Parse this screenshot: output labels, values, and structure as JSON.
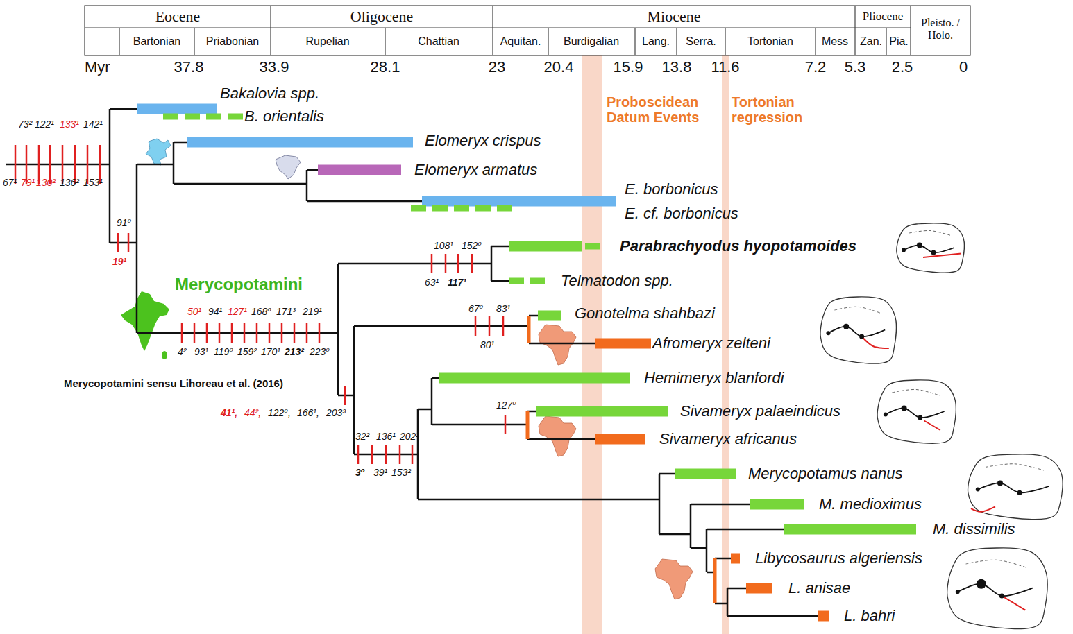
{
  "diagram": {
    "labels": [
      "Eocene",
      "Oligocene",
      "Miocene",
      "Pliocene",
      "Pleisto. / Holo.",
      "Bartonian",
      "Priabonian",
      "Rupelian",
      "Chattian",
      "Aquitan.",
      "Burdigalian",
      "Lang.",
      "Serra.",
      "Tortonian",
      "Mess",
      "Zan.",
      "Pia.",
      "Myr",
      "37.8",
      "33.9",
      "28.1",
      "23",
      "20.4",
      "15.9",
      "13.8",
      "11.6",
      "7.2",
      "5.3",
      "2.5",
      "0",
      "Proboscidean Datum Events",
      "Tortonian regression",
      "Bakalovia spp.",
      "B. orientalis",
      "73²",
      "122¹",
      "133¹",
      "142¹",
      "67¹",
      "79¹",
      "130²",
      "136²",
      "153¹",
      "Elomeryx crispus",
      "Elomeryx armatus",
      "E. borbonicus",
      "E. cf. borbonicus",
      "91⁰",
      "19¹",
      "108¹",
      "152⁰",
      "63¹",
      "117¹",
      "Parabrachyodus hyopotamoides",
      "Telmatodon spp.",
      "Merycopotamini",
      "50¹",
      "94¹",
      "127¹",
      "168⁰",
      "171³",
      "219¹",
      "4²",
      "93¹",
      "119⁰",
      "159²",
      "170¹",
      "213²",
      "223⁰",
      "67⁰",
      "83¹",
      "80¹",
      "Gonotelma shahbazi",
      "Afromeryx zelteni",
      "Merycopotamini sensu Lihoreau et al. (2016)",
      "41¹,",
      "44²,",
      "122⁰,",
      "166¹,",
      "203³",
      "Hemimeryx blanfordi",
      "127⁰",
      "Sivameryx palaeindicus",
      "Sivameryx africanus",
      "32²",
      "136¹",
      "202¹",
      "3⁰",
      "39¹",
      "153²",
      "Merycopotamus nanus",
      "M. medioximus",
      "M. dissimilis",
      "Libycosaurus algeriensis",
      "L. anisae",
      "L. bahri"
    ]
  }
}
